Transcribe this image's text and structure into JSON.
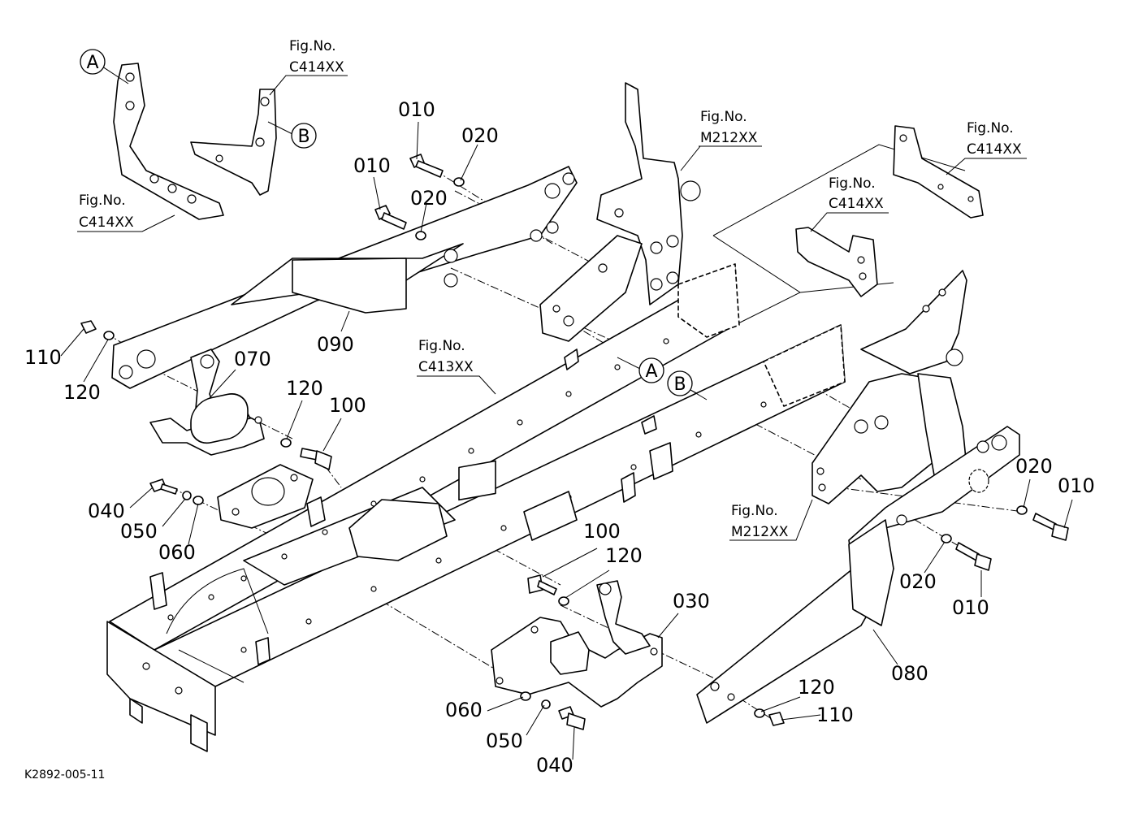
{
  "drawing_code": "K2892-005-11",
  "fig_refs": [
    {
      "id": "fig-c414-top",
      "line1": "Fig.No.",
      "line2": "C414XX"
    },
    {
      "id": "fig-c414-left",
      "line1": "Fig.No.",
      "line2": "C414XX"
    },
    {
      "id": "fig-m212-top",
      "line1": "Fig.No.",
      "line2": "M212XX"
    },
    {
      "id": "fig-c414-right-top",
      "line1": "Fig.No.",
      "line2": "C414XX"
    },
    {
      "id": "fig-c414-right-mid",
      "line1": "Fig.No.",
      "line2": "C414XX"
    },
    {
      "id": "fig-c413-mid",
      "line1": "Fig.No.",
      "line2": "C413XX"
    },
    {
      "id": "fig-m212-bottom",
      "line1": "Fig.No.",
      "line2": "M212XX"
    }
  ],
  "callouts": [
    "A",
    "B",
    "A",
    "B"
  ],
  "part_numbers": [
    "010",
    "020",
    "010",
    "020",
    "090",
    "110",
    "120",
    "070",
    "120",
    "100",
    "040",
    "050",
    "060",
    "100",
    "120",
    "030",
    "060",
    "050",
    "040",
    "120",
    "110",
    "080",
    "020",
    "010",
    "020",
    "010"
  ]
}
